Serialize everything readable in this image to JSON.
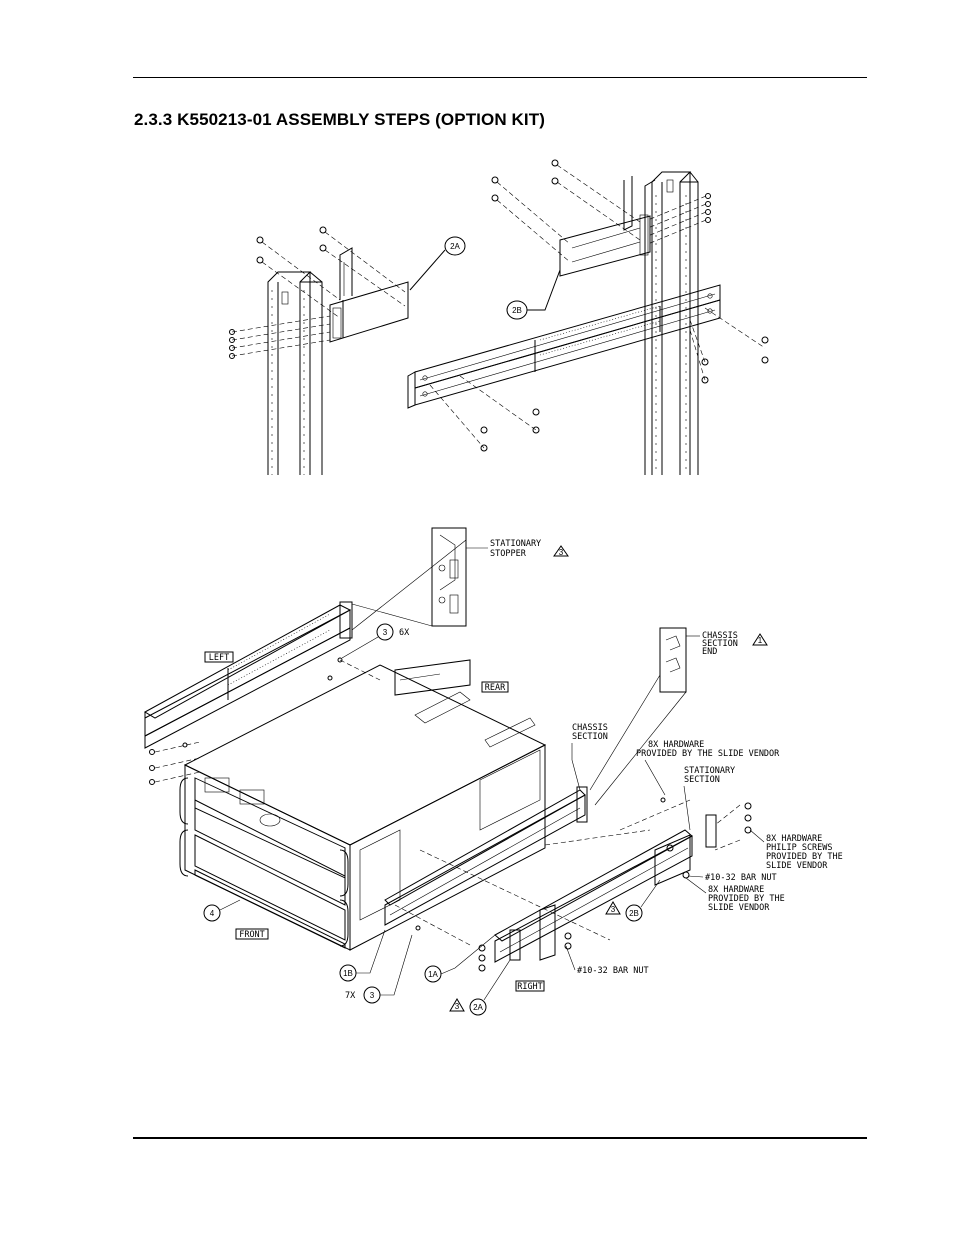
{
  "page": {
    "section_title": "2.3.3 K550213-01 ASSEMBLY STEPS (OPTION KIT)"
  },
  "figure_top": {
    "callouts": [
      "2A",
      "2B"
    ]
  },
  "figure_bottom": {
    "labels": {
      "stationary_stopper": [
        "STATIONARY",
        "STOPPER"
      ],
      "chassis_section_end": [
        "CHASSIS",
        "SECTION",
        "END"
      ],
      "chassis_section": [
        "CHASSIS",
        "SECTION"
      ],
      "hw_slide_vendor": "8X HARDWARE\nPROVIDED BY THE SLIDE VENDOR",
      "stationary_section": [
        "STATIONARY",
        "SECTION"
      ],
      "hw_philip": [
        "8X HARDWARE",
        "PHILIP SCREWS",
        "PROVIDED BY THE",
        "SLIDE VENDOR"
      ],
      "bar_nut_upper": "#10-32 BAR NUT",
      "hw_slide_vendor_2": [
        "8X HARDWARE",
        "PROVIDED BY THE",
        "SLIDE VENDOR"
      ],
      "bar_nut_lower": "#10-32 BAR NUT",
      "qty_6x": "6X",
      "qty_7x": "7X",
      "left": "LEFT",
      "rear": "REAR",
      "front": "FRONT",
      "right": "RIGHT"
    },
    "callouts": {
      "c3_top": "3",
      "c3_bottom": "3",
      "c4": "4",
      "c1b": "1B",
      "c1a": "1A",
      "c2a": "2A",
      "c2b": "2B",
      "tri_stopper": "3",
      "tri_chassis_end": "1",
      "tri_2b": "3",
      "tri_2a": "3"
    }
  }
}
